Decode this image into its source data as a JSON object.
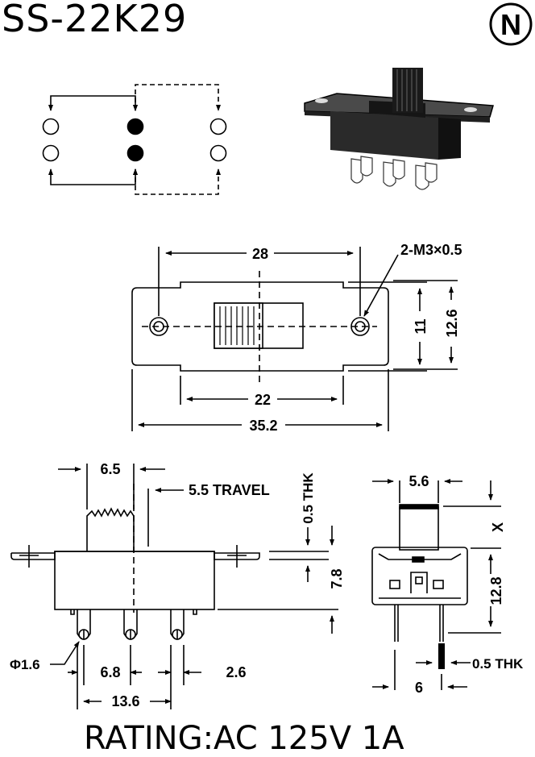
{
  "title": "SS-22K29",
  "logo_letter": "N",
  "rating": "RATING:AC 125V 1A",
  "top_view": {
    "mount_callout": "2-M3×0.5",
    "dim_hole_spacing": "28",
    "dim_body_length": "22",
    "dim_total_length": "35.2",
    "dim_body_width": "11",
    "dim_total_width": "12.6"
  },
  "side_view": {
    "dim_actuator_width": "6.5",
    "travel_label": "5.5 TRAVEL",
    "thickness_label": "0.5 THK",
    "dim_body_height": "7.8",
    "pin_diameter": "Φ1.6",
    "dim_pin_pitch": "6.8",
    "dim_pin_width": "2.6",
    "dim_pin_span": "13.6"
  },
  "end_view": {
    "dim_actuator_width": "5.6",
    "dim_actuator_height": "X",
    "dim_body_height": "12.8",
    "pin_thickness_label": "0.5 THK",
    "dim_pin_spacing": "6"
  },
  "colors": {
    "ink": "#000000",
    "photo_body": "#2a2a2a"
  }
}
